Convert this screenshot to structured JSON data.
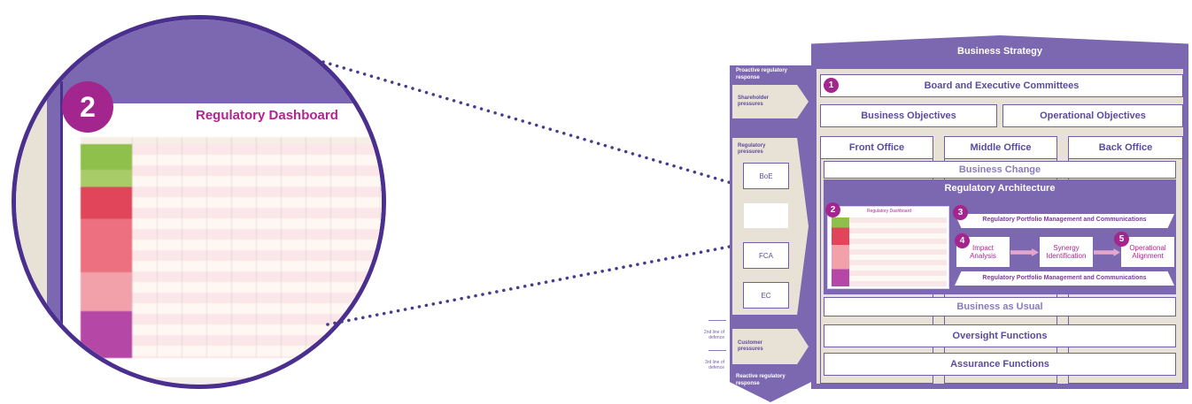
{
  "zoom": {
    "badge": "2",
    "title": "Regulatory Dashboard"
  },
  "diagram": {
    "header": "Business Strategy",
    "board": {
      "badge": "1",
      "label": "Board and Executive Committees"
    },
    "objectives": [
      "Business Objectives",
      "Operational Objectives"
    ],
    "offices": [
      "Front Office",
      "Middle Office",
      "Back Office"
    ],
    "business_change": "Business Change",
    "reg_arch": {
      "title": "Regulatory Architecture",
      "dashboard_badge": "2",
      "dashboard_title": "Regulatory Dashboard",
      "portfolio_badge": "3",
      "portfolio_top": "Regulatory Portfolio Management and Communications",
      "portfolio_bottom": "Regulatory Portfolio Management and Communications",
      "impact_badge": "4",
      "impact": "Impact Analysis",
      "synergy": "Synergy Identification",
      "alignment_badge": "5",
      "alignment": "Operational Alignment"
    },
    "business_as_usual": "Business as Usual",
    "oversight": "Oversight Functions",
    "assurance": "Assurance Functions"
  },
  "pressures": {
    "proactive": "Proactive regulatory response",
    "shareholder": "Shareholder pressures",
    "regulatory": "Regulatory pressures",
    "regulators": [
      "BoE",
      "FCA",
      "EC"
    ],
    "customer": "Customer pressures",
    "reactive": "Reactive regulatory response",
    "line2": "2nd line of defence",
    "line3": "3rd line of defence"
  },
  "colors": {
    "purple": "#7b68b0",
    "beige": "#e8e1d6",
    "magenta": "#a3258e",
    "dots": "#4a3a8c"
  }
}
